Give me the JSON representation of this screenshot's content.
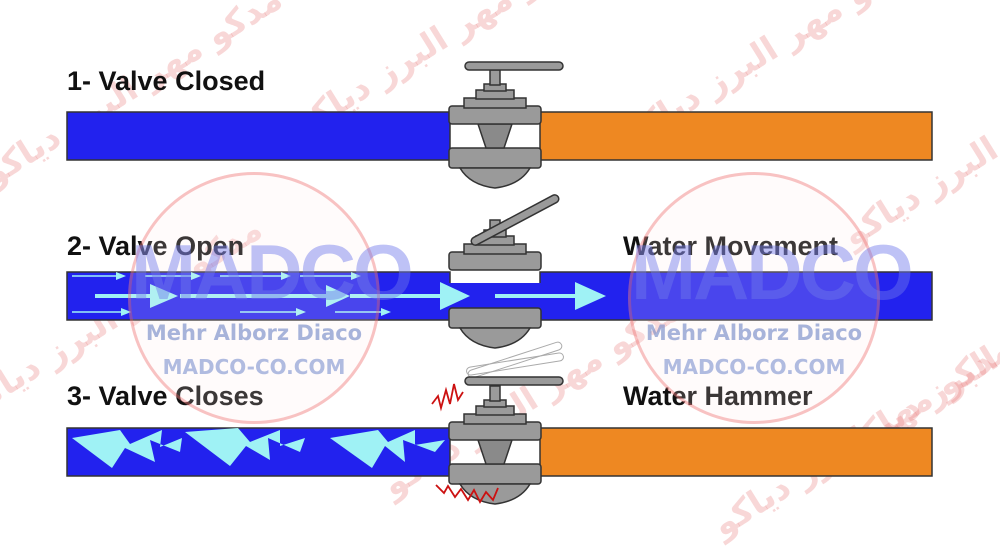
{
  "labels": {
    "closed": "1- Valve Closed",
    "open": "2- Valve Open",
    "closes": "3- Valve Closes",
    "movement": "Water Movement",
    "hammer": "Water Hammer"
  },
  "watermark": {
    "brand": "MADCO",
    "company": "Mehr Alborz Diaco",
    "url": "MADCO-CO.COM",
    "pattern_text": "مدکو مهر البرز دیاکو"
  },
  "colors": {
    "water": "#2222ee",
    "pipe_empty": "#ee8822",
    "valve_body": "#9a9a9a",
    "valve_outline": "#333333",
    "flow_arrow": "#9ff2f5",
    "shock_marks": "#cc1111"
  }
}
